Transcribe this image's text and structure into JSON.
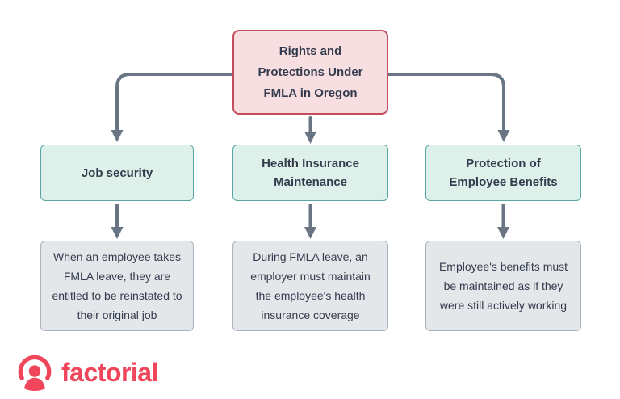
{
  "diagram": {
    "root": {
      "title": "Rights and Protections Under FMLA in Oregon"
    },
    "branches": [
      {
        "label": "Job security",
        "description": "When an employee takes FMLA leave, they are entitled to be reinstated to their original job"
      },
      {
        "label": "Health Insurance Maintenance",
        "description": "During FMLA leave, an employer must maintain the employee's health insurance coverage"
      },
      {
        "label": "Protection of Employee Benefits",
        "description": "Employee's benefits must be maintained as if they were still actively working"
      }
    ]
  },
  "branding": {
    "logo_text": "factorial"
  },
  "colors": {
    "root_fill": "#f7dee1",
    "root_border": "#c44d5e",
    "category_fill": "#ddf0e9",
    "category_border": "#58a79e",
    "description_fill": "#e4e7ea",
    "description_border": "#aab3bd",
    "connector": "#6a7584",
    "text": "#343b4d",
    "logo": "#f0465c"
  }
}
